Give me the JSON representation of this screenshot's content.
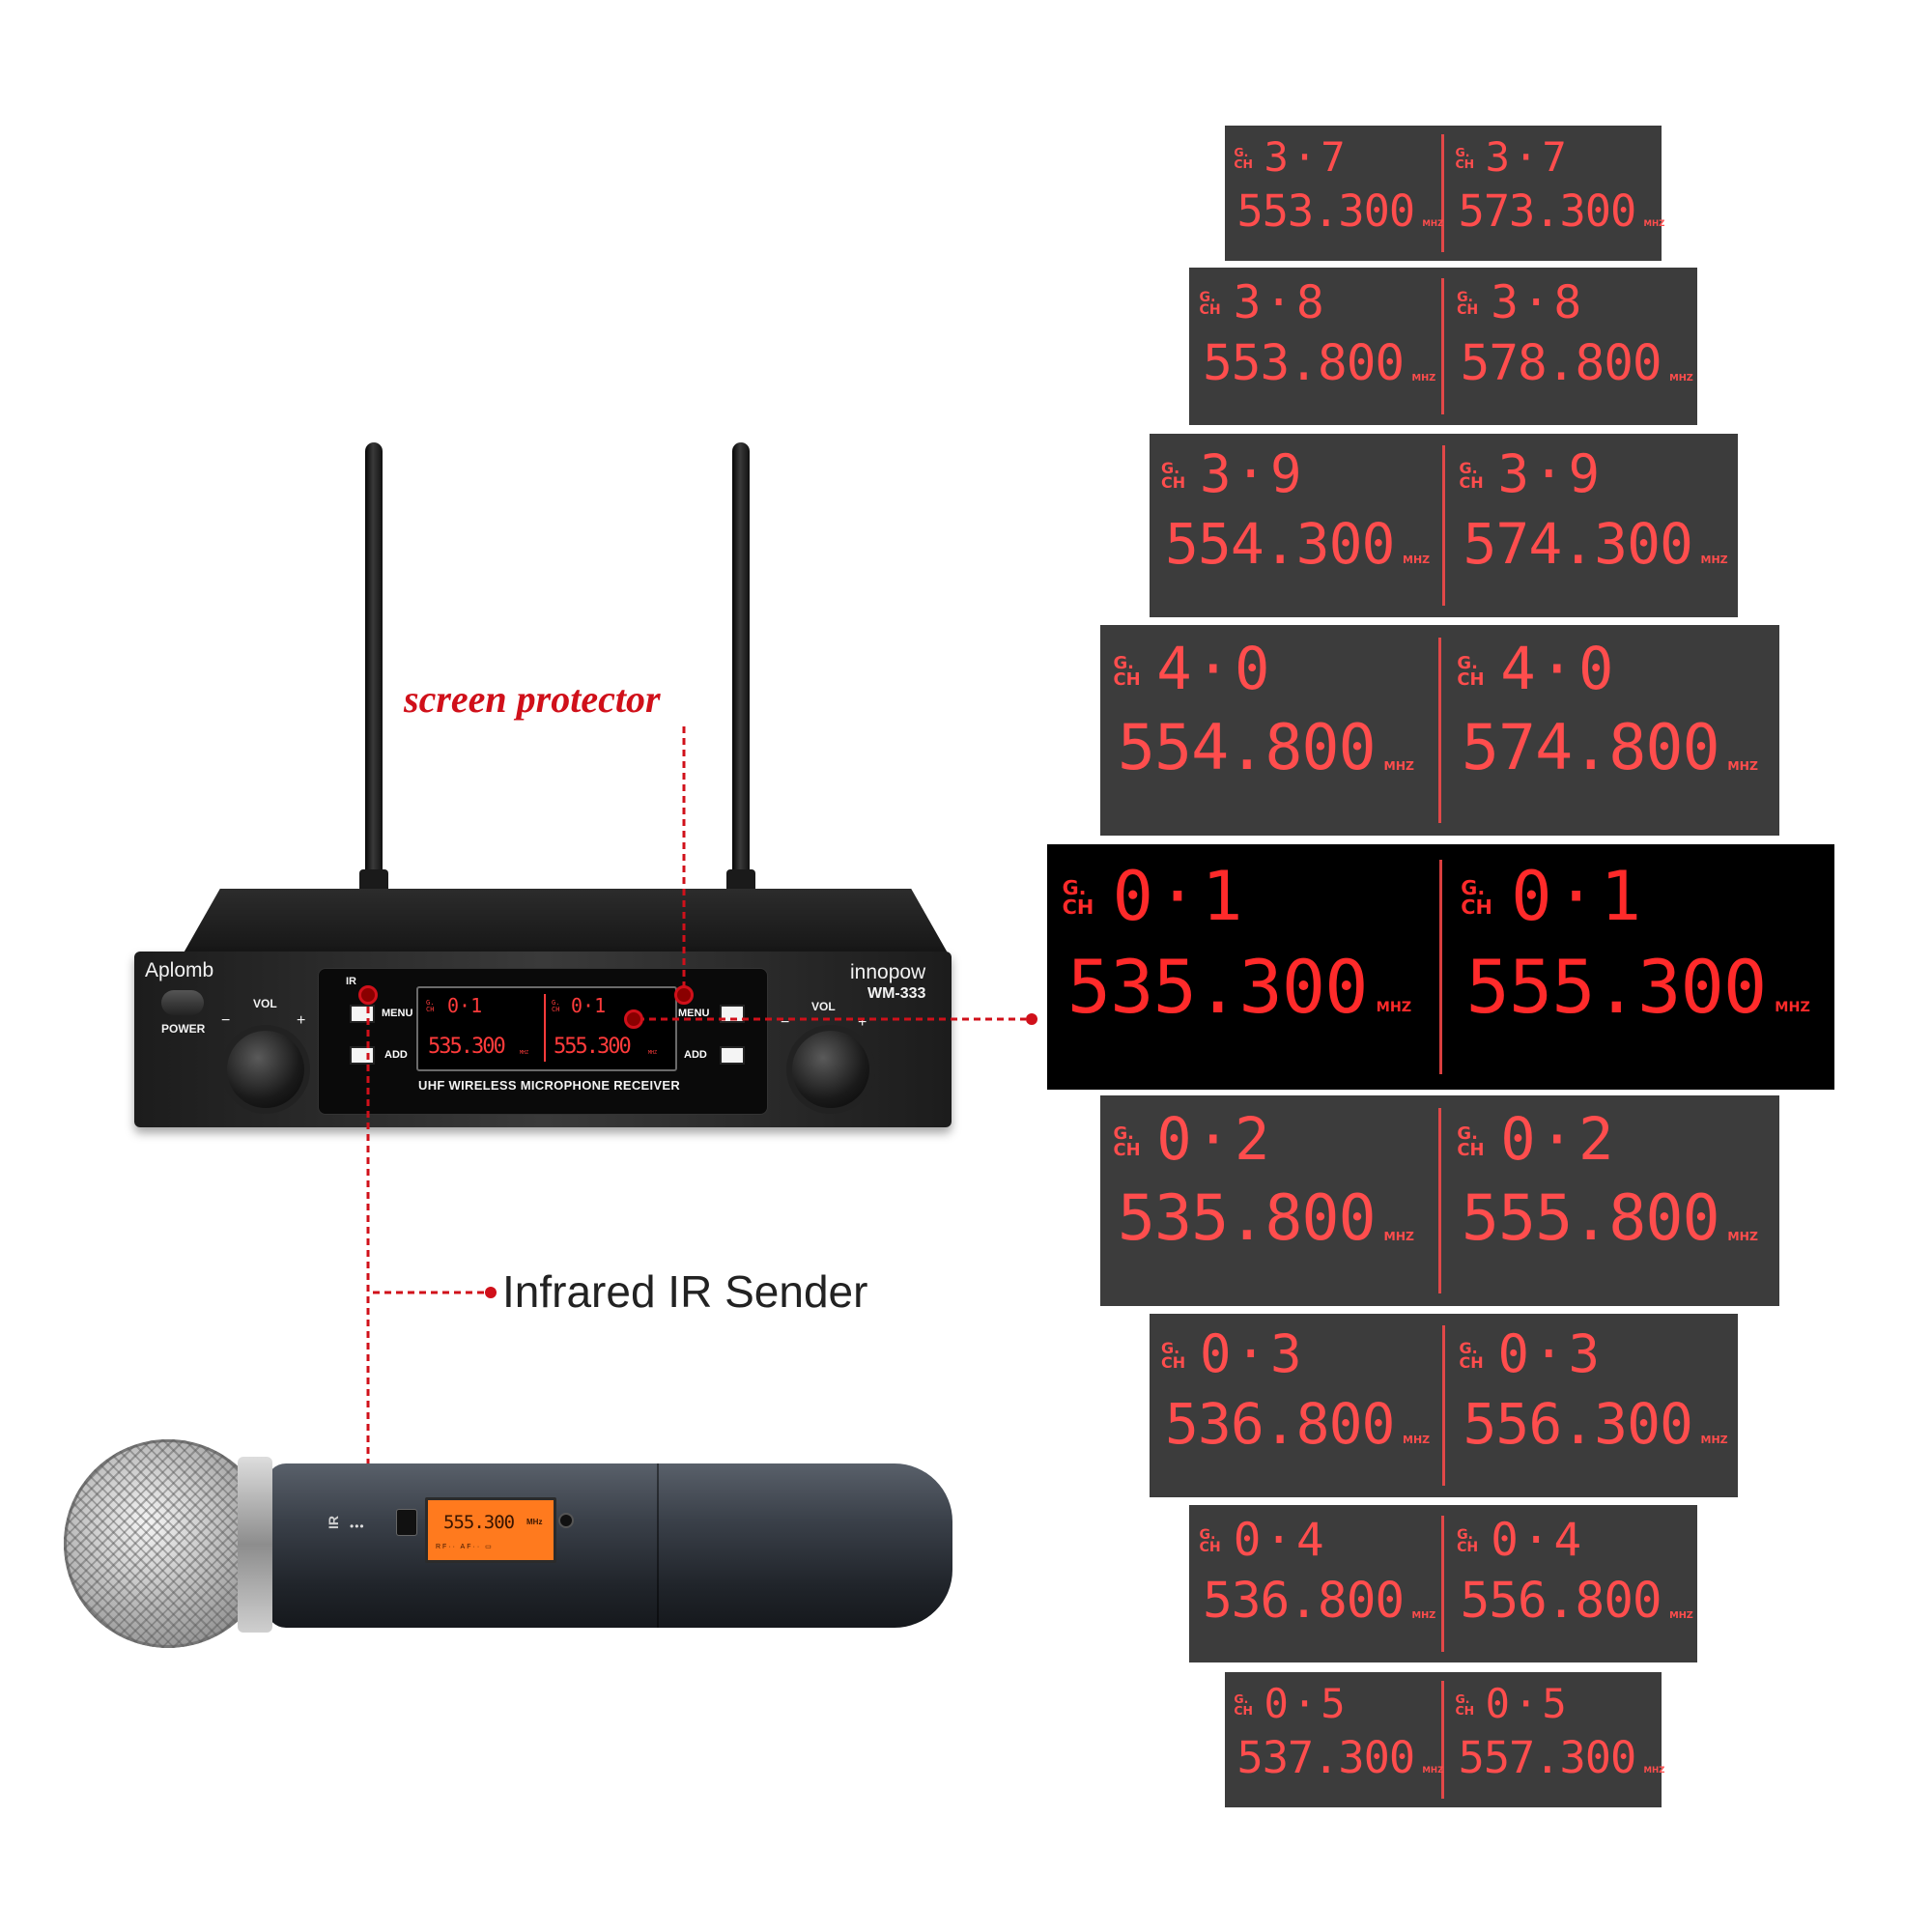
{
  "annotations": {
    "screen_protector": "screen protector",
    "ir_sender": "Infrared IR Sender"
  },
  "receiver": {
    "brand": "Aplomb",
    "maker": "innopow",
    "model": "WM-333",
    "power_label": "POWER",
    "vol_label": "VOL",
    "vol_minus": "−",
    "vol_plus": "+",
    "ir_label": "IR",
    "menu_label": "MENU",
    "add_label": "ADD",
    "subtitle": "UHF WIRELESS MICROPHONE RECEIVER",
    "display": {
      "gch": "G. CH",
      "left_ch": "0·1",
      "left_freq": "535.300",
      "right_ch": "0·1",
      "right_freq": "555.300",
      "unit": "MHZ"
    }
  },
  "microphone": {
    "ir_label": "IR",
    "screen_freq": "555.300",
    "screen_unit": "MHz",
    "screen_status": "RF·· AF·· ▭"
  },
  "displays": [
    {
      "left_ch": "3·7",
      "left_freq": "553.300",
      "right_ch": "3·7",
      "right_freq": "573.300",
      "gch": "G. CH",
      "unit": "MHZ"
    },
    {
      "left_ch": "3·8",
      "left_freq": "553.800",
      "right_ch": "3·8",
      "right_freq": "578.800",
      "gch": "G. CH",
      "unit": "MHZ"
    },
    {
      "left_ch": "3·9",
      "left_freq": "554.300",
      "right_ch": "3·9",
      "right_freq": "574.300",
      "gch": "G. CH",
      "unit": "MHZ"
    },
    {
      "left_ch": "4·0",
      "left_freq": "554.800",
      "right_ch": "4·0",
      "right_freq": "574.800",
      "gch": "G. CH",
      "unit": "MHZ"
    },
    {
      "left_ch": "0·1",
      "left_freq": "535.300",
      "right_ch": "0·1",
      "right_freq": "555.300",
      "gch": "G. CH",
      "unit": "MHZ"
    },
    {
      "left_ch": "0·2",
      "left_freq": "535.800",
      "right_ch": "0·2",
      "right_freq": "555.800",
      "gch": "G. CH",
      "unit": "MHZ"
    },
    {
      "left_ch": "0·3",
      "left_freq": "536.800",
      "right_ch": "0·3",
      "right_freq": "556.300",
      "gch": "G. CH",
      "unit": "MHZ"
    },
    {
      "left_ch": "0·4",
      "left_freq": "536.800",
      "right_ch": "0·4",
      "right_freq": "556.800",
      "gch": "G. CH",
      "unit": "MHZ"
    },
    {
      "left_ch": "0·5",
      "left_freq": "537.300",
      "right_ch": "0·5",
      "right_freq": "557.300",
      "gch": "G. CH",
      "unit": "MHZ"
    }
  ],
  "colors": {
    "annotation_red": "#d0101a",
    "lcd_red": "#ff4d4d",
    "card_gray": "#3c3c3c",
    "card_highlight": "#000000"
  }
}
